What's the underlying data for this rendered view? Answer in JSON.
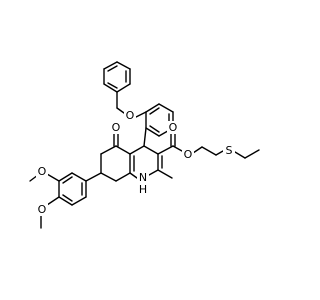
{
  "molecule": {
    "atom_labels": {
      "o_benzyl": "O",
      "o_ketone": "O",
      "o_ester_carbonyl": "O",
      "o_ester": "O",
      "s": "S",
      "n": "N",
      "h": "H",
      "o_methoxy_1": "O",
      "o_methoxy_2": "O"
    },
    "colors": {
      "bond": "#000000",
      "label": "#000000",
      "background": "#ffffff"
    }
  }
}
